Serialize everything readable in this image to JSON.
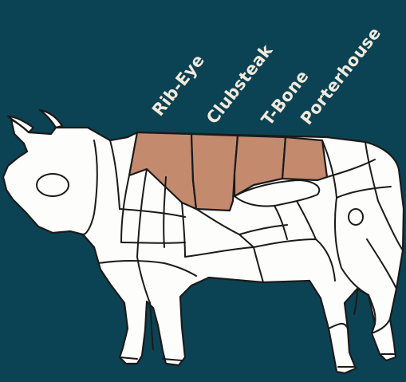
{
  "diagram": {
    "colors": {
      "background": "#0c4354",
      "body": "#fdfdfb",
      "outline": "#1a1a1a",
      "highlight": "#c48a6e",
      "label": "#f3eadc"
    },
    "labels": [
      {
        "id": "rib-eye",
        "text": "Rib-Eye"
      },
      {
        "id": "clubsteak",
        "text": "Clubsteak"
      },
      {
        "id": "t-bone",
        "text": "T-Bone"
      },
      {
        "id": "porterhouse",
        "text": "Porterhouse"
      }
    ]
  }
}
